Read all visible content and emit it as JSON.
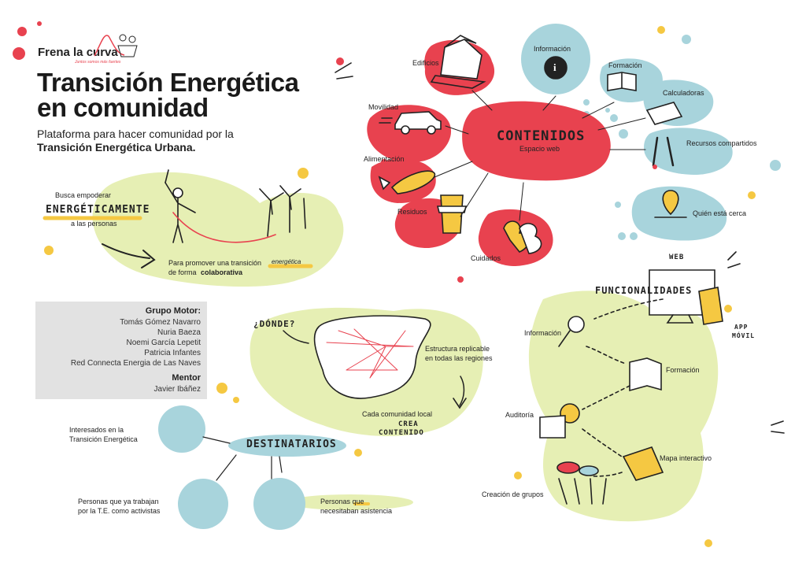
{
  "brand": {
    "name": "Frena la curva",
    "tagline": "Juntos somos más fuertes"
  },
  "title_line1": "Transición Energética",
  "title_line2": "en comunidad",
  "subtitle_line1": "Plataforma para hacer comunidad por la",
  "subtitle_line2": "Transición Energética Urbana.",
  "empower": {
    "line1": "Busca empoderar",
    "keyword": "ENERGÉTICAMENTE",
    "line2": "a las personas",
    "promote_line1": "Para promover una transición",
    "promote_word": "energética",
    "promote_line2_a": "de forma",
    "promote_line2_b": "colaborativa"
  },
  "team": {
    "motor_title": "Grupo Motor:",
    "members": [
      "Tomás Gómez Navarro",
      "Nuria Baeza",
      "Noemi García Lepetit",
      "Patricia Infantes",
      "Red Connecta Energia de Las Naves"
    ],
    "mentor_title": "Mentor",
    "mentor": "Javier Ibáñez"
  },
  "contents": {
    "title": "CONTENIDOS",
    "subtitle": "Espacio web",
    "items": [
      "Edificios",
      "Movilidad",
      "Alimentación",
      "Residuos",
      "Cuidados",
      "Información",
      "Formación",
      "Calculadoras",
      "Recursos compartidos",
      "Quién está cerca"
    ]
  },
  "where": {
    "question": "¿DÓNDE?",
    "structure_line1": "Estructura replicable",
    "structure_line2": "en todas las regiones",
    "local_line1": "Cada comunidad local",
    "local_word1": "CREA",
    "local_word2": "CONTENIDO"
  },
  "recipients": {
    "title": "DESTINATARIOS",
    "items": [
      {
        "line1": "Interesados en la",
        "line2": "Transición Energética"
      },
      {
        "line1": "Personas que ya trabajan",
        "line2": "por la T.E. como activistas"
      },
      {
        "line1": "Personas que",
        "line2": "necesitaban asistencia"
      }
    ]
  },
  "features": {
    "title": "FUNCIONALIDADES",
    "web": "WEB",
    "app_line1": "APP",
    "app_line2": "MÓVIL",
    "items": [
      "Información",
      "Formación",
      "Auditoría",
      "Mapa interactivo",
      "Creación de grupos"
    ]
  },
  "colors": {
    "red": "#e8424f",
    "blue": "#a8d4dc",
    "green": "#e6efb4",
    "yellow": "#f5c842"
  }
}
